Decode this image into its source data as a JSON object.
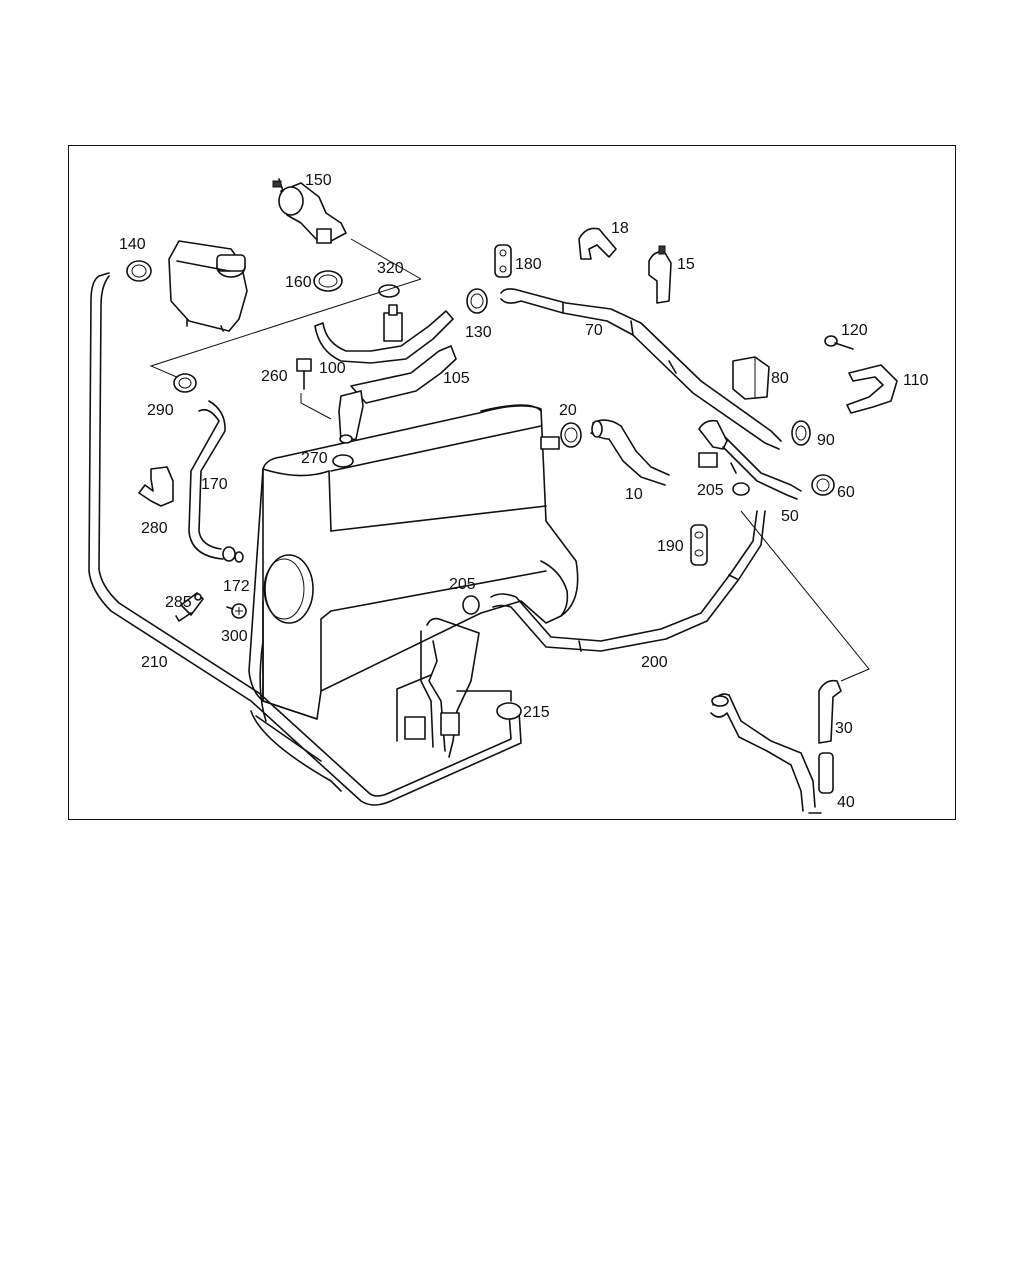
{
  "diagram": {
    "labels": {
      "p150": "150",
      "p140": "140",
      "p320": "320",
      "p160": "160",
      "p18": "18",
      "p15": "15",
      "p180": "180",
      "p130": "130",
      "p70": "70",
      "p120": "120",
      "p110": "110",
      "p80": "80",
      "p260": "260",
      "p100": "100",
      "p105": "105",
      "p290": "290",
      "p20": "20",
      "p90": "90",
      "p270": "270",
      "p170": "170",
      "p10": "10",
      "p205a": "205",
      "p60": "60",
      "p50": "50",
      "p280": "280",
      "p190": "190",
      "p172": "172",
      "p205b": "205",
      "p285": "285",
      "p300": "300",
      "p200": "200",
      "p210": "210",
      "p215": "215",
      "p30": "30",
      "p40": "40"
    },
    "colors": {
      "line": "#111111",
      "background": "#ffffff"
    }
  }
}
